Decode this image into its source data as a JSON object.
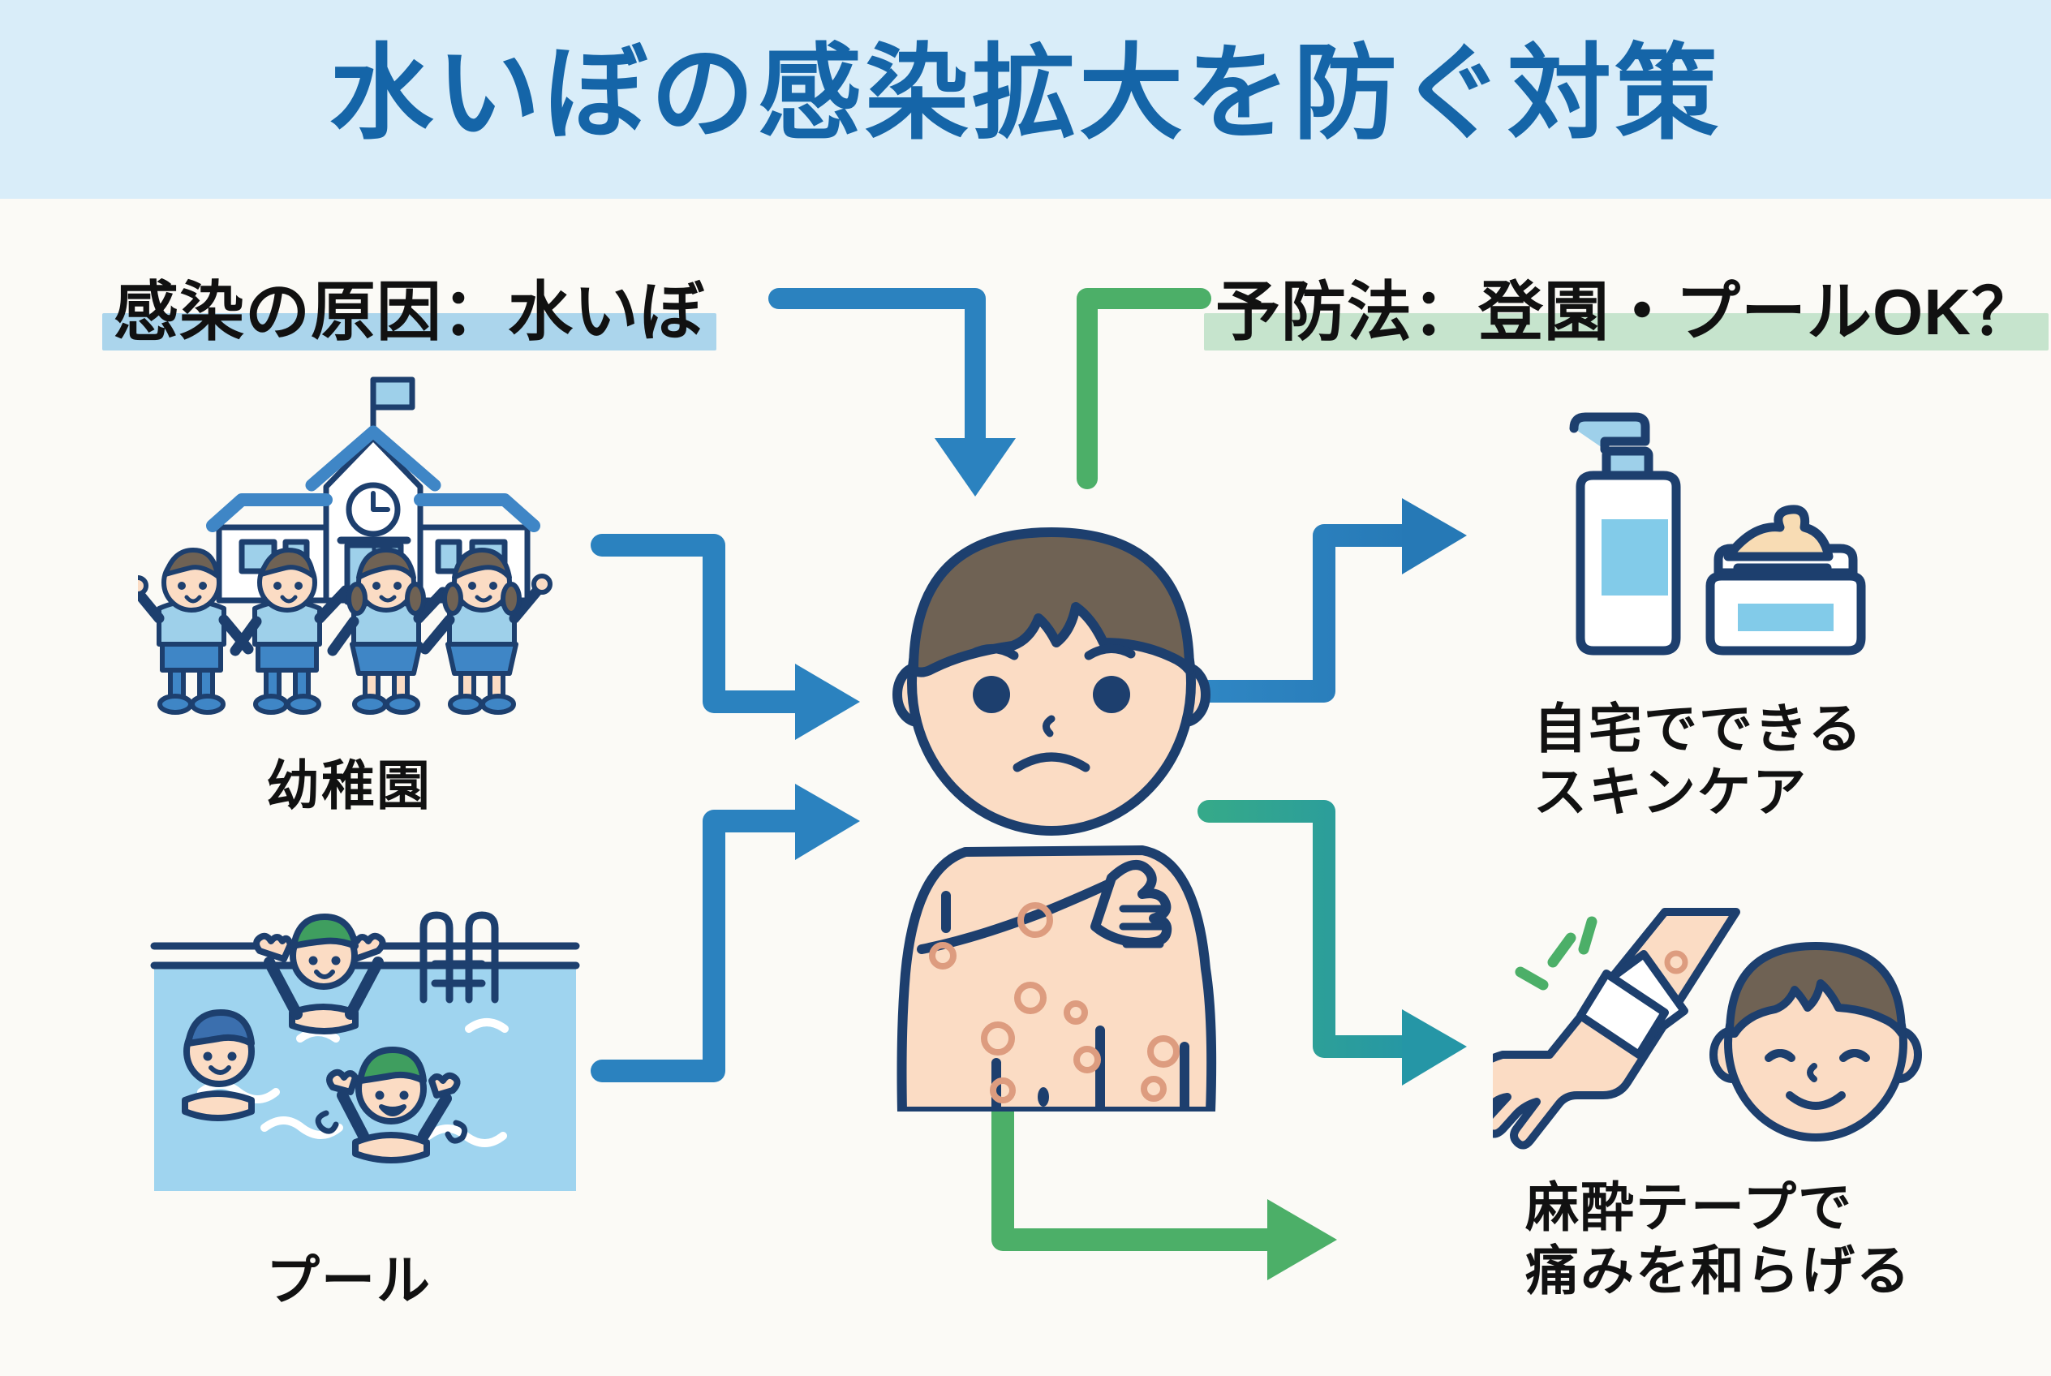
{
  "header": {
    "title": "水いぼの感染拡大を防ぐ対策",
    "band_color": "#d9edf9",
    "title_color": "#1565a8"
  },
  "sections": {
    "cause": {
      "heading": "感染の原因：水いぼ",
      "highlight_color": "#abd5ec"
    },
    "prevention": {
      "heading": "予防法：登園・プールOK？",
      "highlight_color": "#c6e4cd"
    }
  },
  "items": {
    "kindergarten": {
      "caption": "幼稚園",
      "icon": "school-building-with-children-icon"
    },
    "pool": {
      "caption": "プール",
      "icon": "swimming-pool-with-children-icon"
    },
    "child": {
      "icon": "child-with-molluscum-bumps-icon"
    },
    "skincare": {
      "caption_line1": "自宅でできる",
      "caption_line2": "スキンケア",
      "icon": "lotion-bottle-and-cream-jar-icon"
    },
    "tape": {
      "caption_line1": "麻酔テープで",
      "caption_line2": "痛みを和らげる",
      "icon": "arm-with-anesthetic-tape-and-smiling-face-icon"
    }
  },
  "arrows": {
    "cause_to_child": {
      "name": "cause-down-arrow",
      "color": "#2b82bf"
    },
    "prevention_down": {
      "name": "prevention-down-line",
      "color": "#4caf68"
    },
    "kindergarten_to_child": {
      "name": "kindergarten-arrow",
      "color": "#2b82bf"
    },
    "pool_to_child": {
      "name": "pool-arrow",
      "color": "#2b82bf"
    },
    "child_to_skincare": {
      "name": "skincare-arrow",
      "color": "#2b82bf"
    },
    "child_to_tape": {
      "name": "tape-arrow",
      "color": "#2aa186"
    },
    "bottom_to_tape": {
      "name": "bottom-green-arrow",
      "color": "#4caf68"
    }
  },
  "palette": {
    "background": "#fbfaf6",
    "outline": "#1d3f6e",
    "skin": "#fbdcc4",
    "hair": "#6f6254",
    "uniform_blue": "#9ed0ea",
    "pool_water": "#9fd4ef",
    "roof_blue": "#3f86c6",
    "bump": "#e8a98e"
  }
}
